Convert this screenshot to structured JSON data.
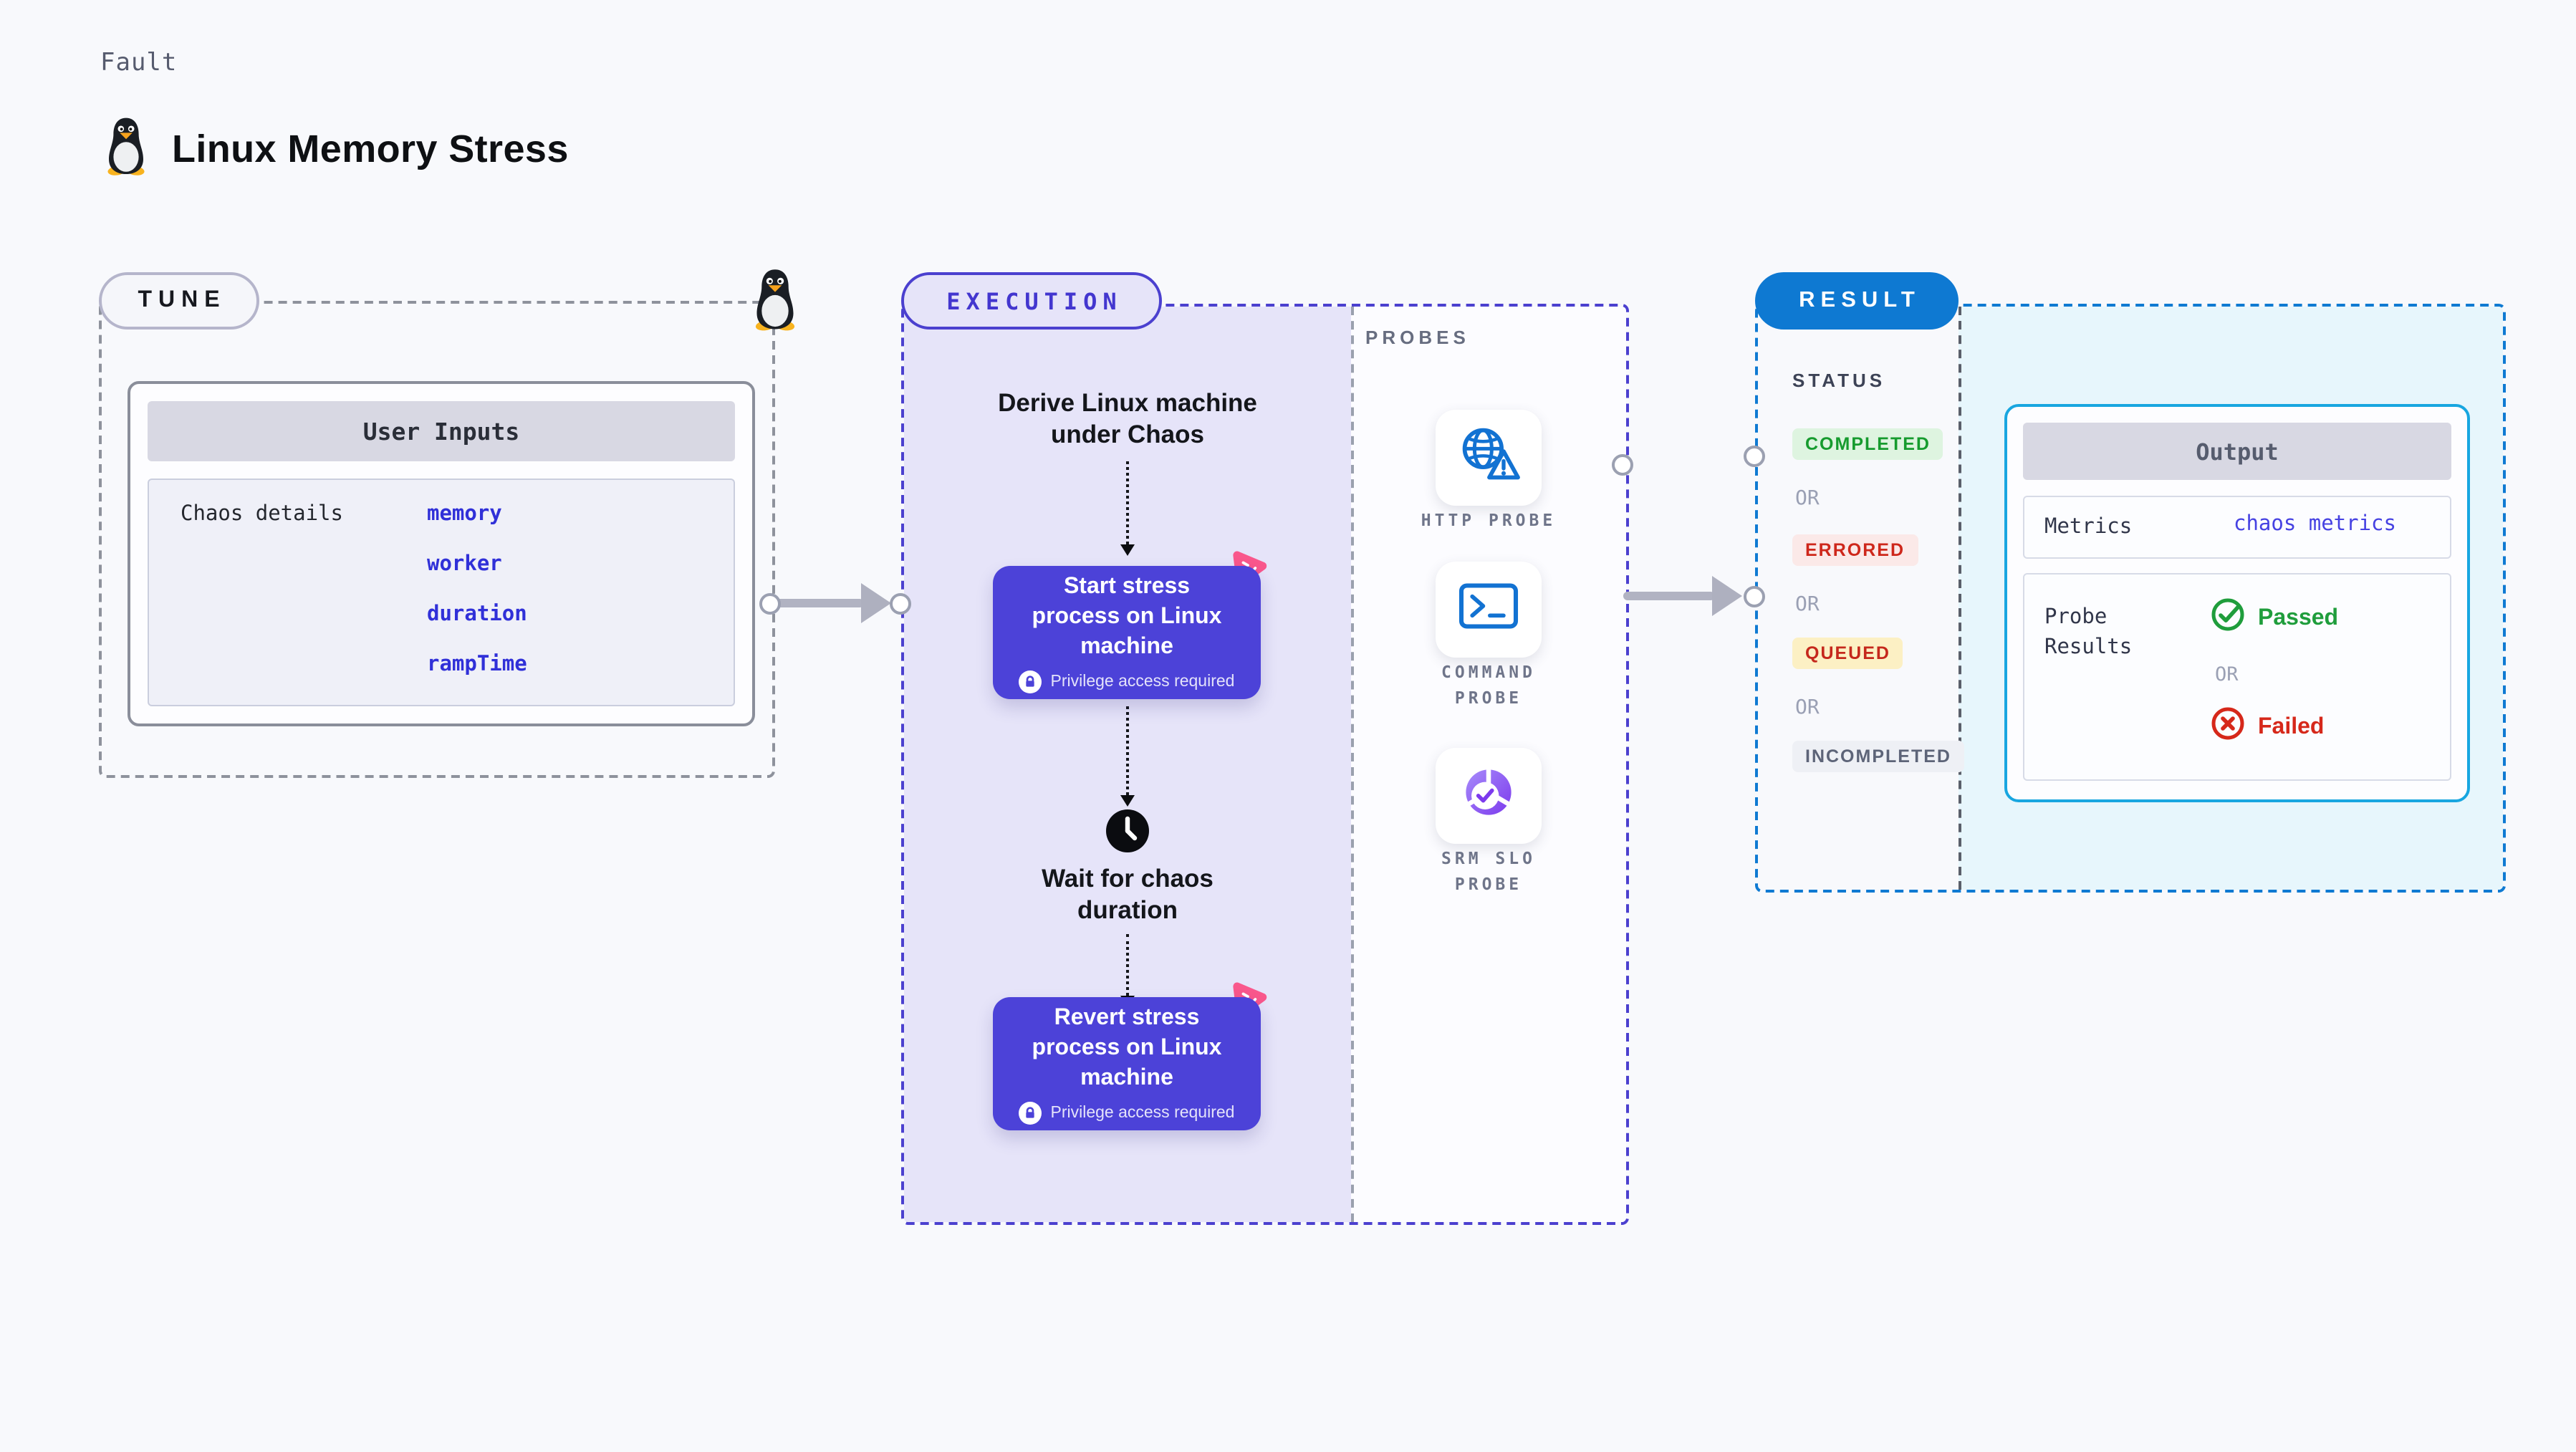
{
  "page": {
    "kicker": "Fault",
    "title": "Linux Memory Stress"
  },
  "tune": {
    "badge": "TUNE",
    "card": {
      "title": "User Inputs",
      "row_label": "Chaos details",
      "inputs": [
        "memory",
        "worker",
        "duration",
        "rampTime"
      ]
    }
  },
  "execution": {
    "badge": "EXECUTION",
    "derive_step": {
      "lines": [
        "Derive Linux machine",
        "under Chaos"
      ]
    },
    "start_step": {
      "lines": [
        "Start stress",
        "process on Linux",
        "machine"
      ],
      "privilege": "Privilege access required"
    },
    "wait_step": {
      "lines": [
        "Wait for chaos",
        "duration"
      ]
    },
    "revert_step": {
      "lines": [
        "Revert stress",
        "process on Linux",
        "machine"
      ],
      "privilege": "Privilege access required"
    }
  },
  "probes": {
    "label": "PROBES",
    "items": [
      {
        "icon": "globe-alert-icon",
        "lines": [
          "HTTP PROBE",
          ""
        ]
      },
      {
        "icon": "terminal-icon",
        "lines": [
          "COMMAND",
          "PROBE"
        ]
      },
      {
        "icon": "slo-donut-icon",
        "lines": [
          "SRM SLO",
          "PROBE"
        ]
      }
    ]
  },
  "result": {
    "badge": "RESULT",
    "status_label": "STATUS",
    "or_label": "OR",
    "statuses": [
      {
        "label": "COMPLETED",
        "fg": "#169b2e",
        "bg": "#def4e0"
      },
      {
        "label": "ERRORED",
        "fg": "#ce271b",
        "bg": "#fbe9e8"
      },
      {
        "label": "QUEUED",
        "fg": "#c5281c",
        "bg": "#fcf0c4"
      },
      {
        "label": "INCOMPLETED",
        "fg": "#5d6478",
        "bg": "#eef0f5"
      }
    ],
    "output": {
      "title": "Output",
      "metrics_label": "Metrics",
      "metrics_value": "chaos metrics",
      "probe_results_lines": [
        "Probe",
        "Results"
      ],
      "passed_label": "Passed",
      "or_label": "OR",
      "failed_label": "Failed"
    }
  },
  "colors": {
    "page_bg": "#f8f9fc",
    "accent_indigo": "#4b40cf",
    "execution_fill": "#e6e4f9",
    "button_indigo": "#4c42d8",
    "result_blue": "#0e79d2",
    "result_fill_cyan": "#e7f6fc",
    "output_border_cyan": "#18a6e0",
    "probe_icon_blue": "#1272d2",
    "chaos_pink": "#f9578c",
    "input_value_blue": "#3030d8",
    "passed_green": "#1f9d3c",
    "failed_red": "#d6281a"
  }
}
